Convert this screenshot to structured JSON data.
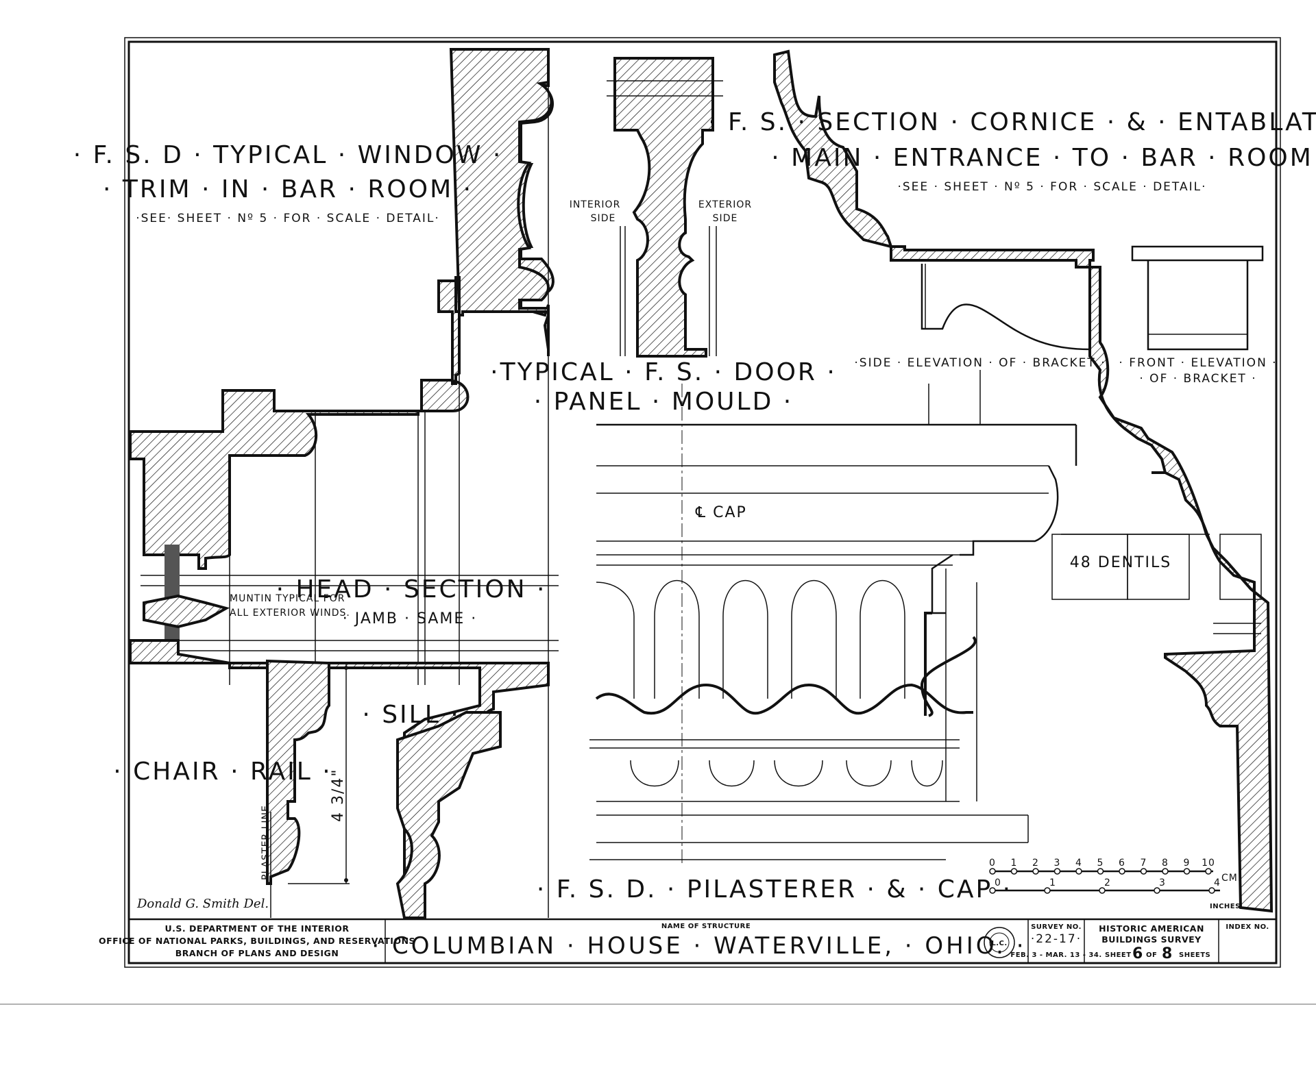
{
  "labels": {
    "window_trim": {
      "line1": "· F. S. D · TYPICAL · WINDOW ·",
      "line2": "· TRIM · IN · BAR · ROOM ·",
      "note": "·SEE· SHEET · Nº 5 · FOR · SCALE · DETAIL·"
    },
    "door_panel": {
      "interior_1": "INTERIOR",
      "interior_2": "SIDE",
      "exterior_1": "EXTERIOR",
      "exterior_2": "SIDE",
      "line1": "·TYPICAL · F. S. · DOOR ·",
      "line2": "· PANEL · MOULD ·"
    },
    "cornice": {
      "line1": "· F. S. · SECTION · CORNICE · & · ENTABLATURE ·",
      "line2": "· MAIN · ENTRANCE · TO · BAR · ROOM ·",
      "note": "·SEE · SHEET · Nº 5 · FOR · SCALE · DETAIL·"
    },
    "side_bracket": "·SIDE · ELEVATION · OF · BRACKET ·",
    "front_bracket_1": "· FRONT · ELEVATION ·",
    "front_bracket_2": "· OF · BRACKET ·",
    "dentils": "48 DENTILS",
    "cap_centerline": "℄ CAP",
    "head_section": "· HEAD · SECTION ·",
    "jamb_same": "· JAMB · SAME ·",
    "muntin_1": "MUNTIN  TYPICAL  FOR",
    "muntin_2": "ALL  EXTERIOR  WINDS.",
    "sill": "· SILL ·",
    "chair_rail": "· CHAIR · RAIL ·",
    "plaster_line": "PLASTER LINE",
    "dimension": "4 3/4\"",
    "pilaster": "· F. S. D. · PILASTERER · & · CAP ·",
    "signature": "Donald G. Smith  Del."
  },
  "scale_bar": {
    "cm_ticks": [
      "0",
      "1",
      "2",
      "3",
      "4",
      "5",
      "6",
      "7",
      "8",
      "9",
      "10"
    ],
    "cm_unit": "CM.",
    "inch_ticks": [
      "0",
      "1",
      "2",
      "3",
      "4"
    ],
    "inch_unit": "INCHES"
  },
  "title_block": {
    "agency_1": "U.S. DEPARTMENT OF THE INTERIOR",
    "agency_2": "OFFICE OF NATIONAL PARKS, BUILDINGS, AND RESERVATIONS",
    "agency_3": "BRANCH OF PLANS AND DESIGN",
    "name_label": "NAME OF STRUCTURE",
    "structure_name": "· COLUMBIAN · HOUSE · WATERVILLE, · OHIO. ·",
    "seal_text": "L.C.",
    "survey_label": "SURVEY NO.",
    "survey_no": "·22-17·",
    "dates": "FEB. 3 - MAR. 13 - 34.",
    "program_1": "HISTORIC AMERICAN",
    "program_2": "BUILDINGS SURVEY",
    "sheet_word": "SHEET",
    "sheet_no": "6",
    "of_word": "OF",
    "sheet_total": "8",
    "sheets_word": "SHEETS",
    "index_label": "INDEX NO."
  }
}
